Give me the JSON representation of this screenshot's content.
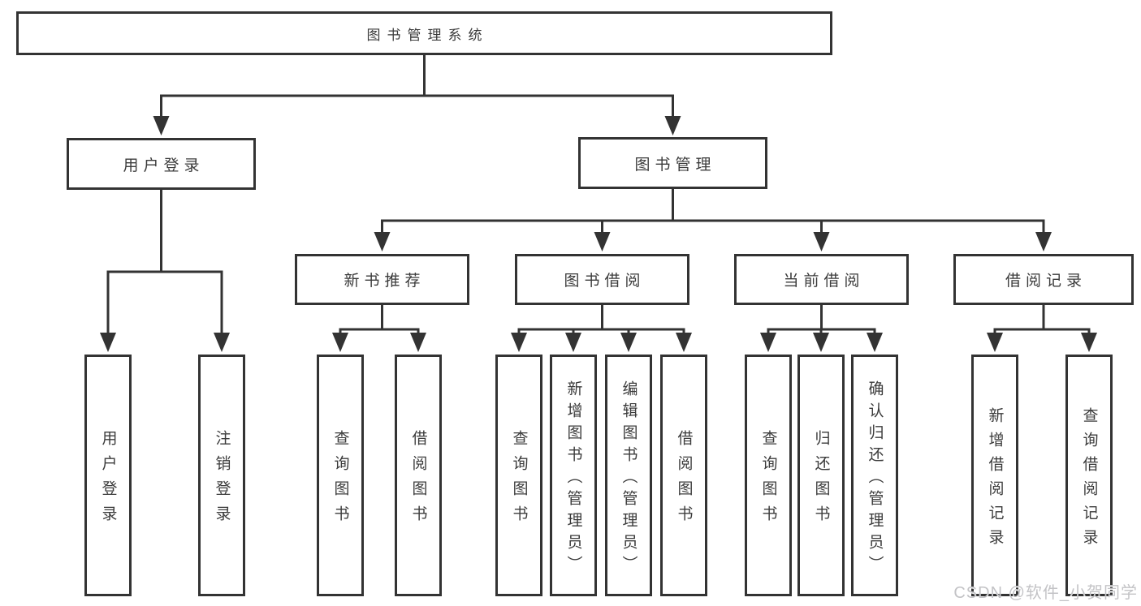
{
  "tree": {
    "root": "图书管理系统",
    "level2": [
      "用户登录",
      "图书管理"
    ],
    "level3": [
      "新书推荐",
      "图书借阅",
      "当前借阅",
      "借阅记录"
    ],
    "leaves": {
      "login": [
        "用户登录",
        "注销登录"
      ],
      "recommend": [
        "查询图书",
        "借阅图书"
      ],
      "borrow": [
        "查询图书",
        "新增图书（管理员）",
        "编辑图书（管理员）",
        "借阅图书"
      ],
      "current": [
        "查询图书",
        "归还图书",
        "确认归还（管理员）"
      ],
      "records": [
        "新增借阅记录",
        "查询借阅记录"
      ]
    }
  },
  "watermark": "CSDN @软件_小贺同学",
  "colors": {
    "line": "#333333",
    "text": "#3b3b3b",
    "watermark": "#c3c3c6",
    "background": "#ffffff"
  }
}
